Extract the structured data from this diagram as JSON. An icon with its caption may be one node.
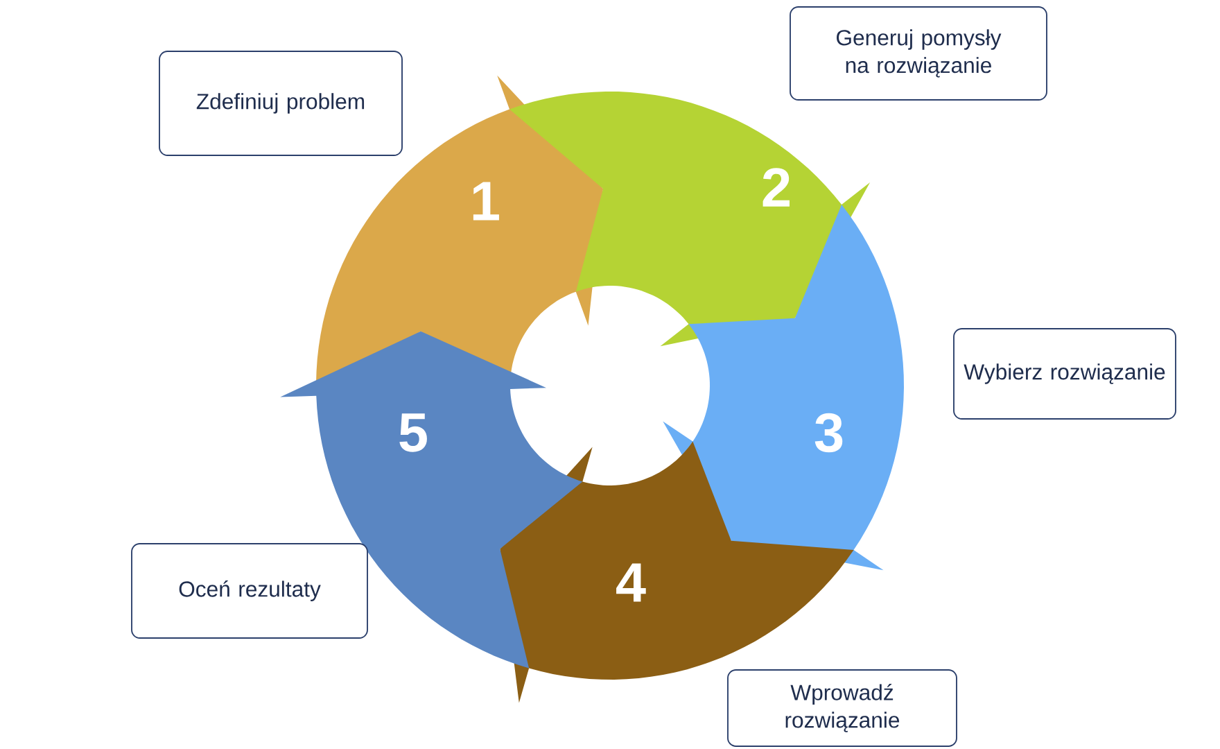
{
  "diagram": {
    "nodes": [
      {
        "text": [
          "1"
        ]
      },
      {
        "text": [
          "2"
        ]
      },
      {
        "text": [
          "3"
        ]
      },
      {
        "text": [
          "4"
        ]
      },
      {
        "text": [
          "5"
        ]
      },
      {
        "text": [
          "Zdefiniuj problem"
        ]
      },
      {
        "text": [
          "Generuj pomysły na rozwiązanie"
        ]
      },
      {
        "text": [
          "Wybierz rozwiązanie"
        ]
      },
      {
        "text": [
          "Wprowadź rozwiązanie"
        ]
      },
      {
        "text": [
          "Oceń rezultaty"
        ]
      }
    ]
  }
}
